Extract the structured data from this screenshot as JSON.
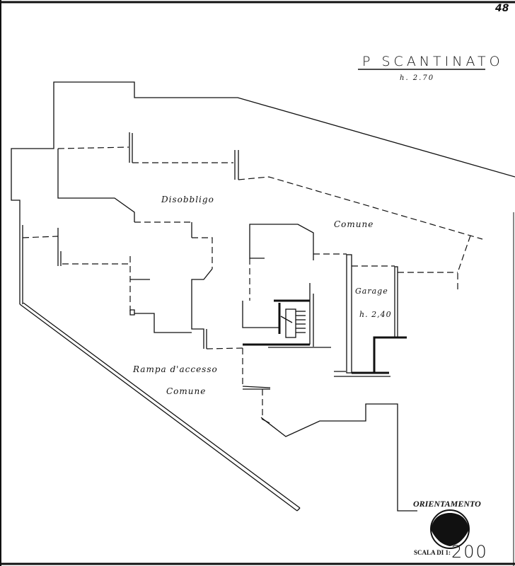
{
  "sheet": {
    "page_number": "48",
    "title": "P SCANTINATO",
    "floor_height": "h. 2.70"
  },
  "rooms": {
    "disobbligo": "Disobbligo",
    "comune_upper": "Comune",
    "garage": "Garage",
    "garage_height": "h. 2,40",
    "rampa": "Rampa d'accesso",
    "comune_lower": "Comune"
  },
  "legend": {
    "orientation_label": "ORIENTAMENTO",
    "compass_icon": "north-arrow-compass",
    "scale_label": "SCALA DI 1:",
    "scale_value": "200"
  }
}
